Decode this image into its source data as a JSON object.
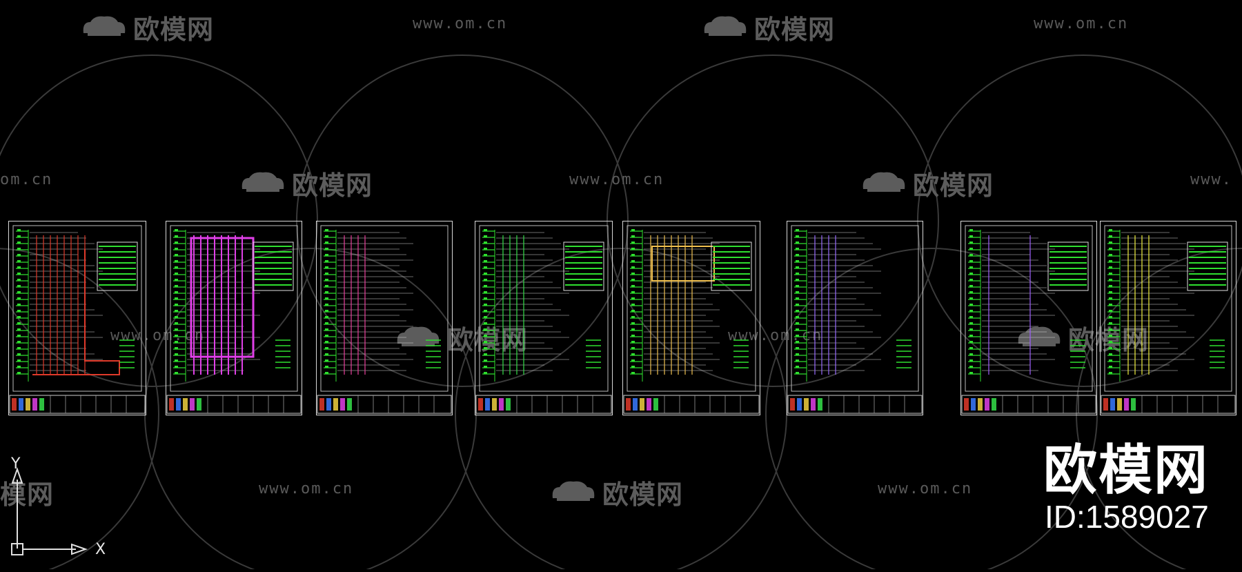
{
  "watermark": {
    "url_text": "www.om.cn",
    "url_text_partial_left": "om.cn",
    "url_text_partial_right": "www.",
    "logo_text": "欧模网",
    "logo_text_partial": "模网",
    "logo_icon": "sofa-icon"
  },
  "drawing_sheets": [
    {
      "id": "sheet-1",
      "accent": "#e03a2a"
    },
    {
      "id": "sheet-2",
      "accent": "#e040e8"
    },
    {
      "id": "sheet-3",
      "accent": "#e8409c"
    },
    {
      "id": "sheet-4",
      "accent": "#35e04a"
    },
    {
      "id": "sheet-5",
      "accent": "#f0c050"
    },
    {
      "id": "sheet-6",
      "accent": "#9a6cff"
    },
    {
      "id": "sheet-7",
      "accent": "#a060ff"
    },
    {
      "id": "sheet-8",
      "accent": "#f0f040"
    }
  ],
  "ucs": {
    "y_label": "Y",
    "x_label": "X"
  },
  "brand": {
    "name": "欧模网",
    "id_text": "ID:1589027"
  },
  "colors": {
    "background": "#000000",
    "line_green": "#2fe02f",
    "frame": "#d9d9d9",
    "watermark": "#5a5a5a"
  }
}
